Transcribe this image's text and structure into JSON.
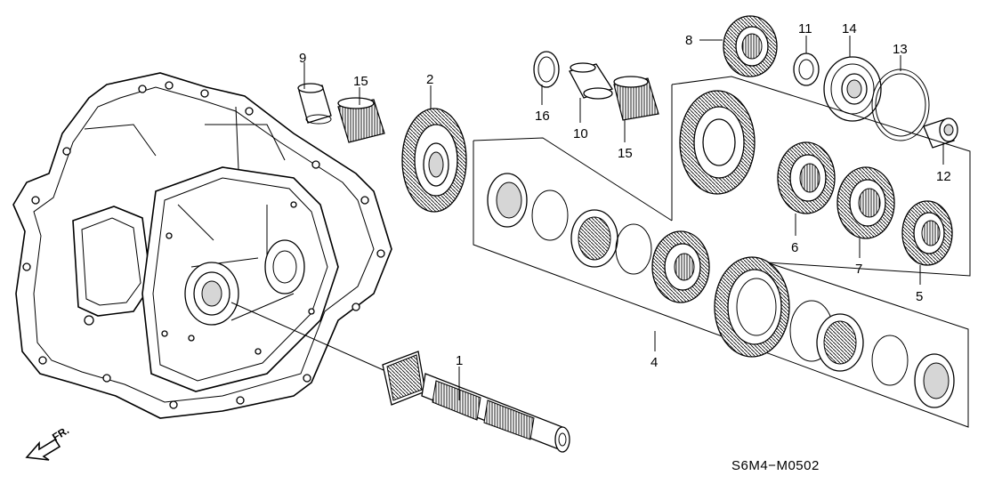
{
  "diagram_code": "S6M4−M0502",
  "direction_label": "FR.",
  "callouts": [
    {
      "id": "1",
      "label": "1"
    },
    {
      "id": "2",
      "label": "2"
    },
    {
      "id": "4",
      "label": "4"
    },
    {
      "id": "5",
      "label": "5"
    },
    {
      "id": "6",
      "label": "6"
    },
    {
      "id": "7",
      "label": "7"
    },
    {
      "id": "8",
      "label": "8"
    },
    {
      "id": "9",
      "label": "9"
    },
    {
      "id": "10",
      "label": "10"
    },
    {
      "id": "11",
      "label": "11"
    },
    {
      "id": "12",
      "label": "12"
    },
    {
      "id": "13",
      "label": "13"
    },
    {
      "id": "14",
      "label": "14"
    },
    {
      "id": "15a",
      "label": "15"
    },
    {
      "id": "15b",
      "label": "15"
    },
    {
      "id": "16",
      "label": "16"
    }
  ],
  "icons": {
    "direction_arrow": "arrow-down-left-icon"
  }
}
